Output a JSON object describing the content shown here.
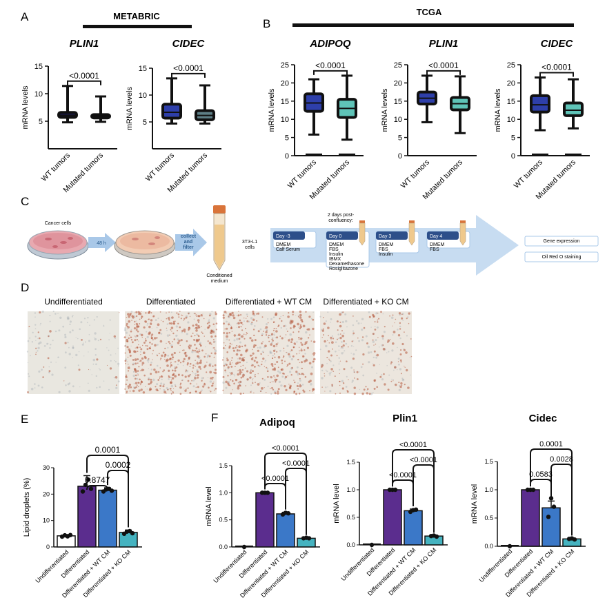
{
  "panels": {
    "A": "A",
    "B": "B",
    "C": "C",
    "D": "D",
    "E": "E",
    "F": "F"
  },
  "metabric": {
    "title": "METABRIC"
  },
  "tcga": {
    "title": "TCGA"
  },
  "boxplots": [
    {
      "gene": "PLIN1",
      "dataset": "METABRIC",
      "ylabel": "mRNA levels",
      "yticks": [
        "15",
        "10",
        "5"
      ],
      "yvals": [
        15,
        10,
        5
      ],
      "ylim": [
        0,
        15
      ],
      "categories": [
        "WT tumors",
        "Mutated tumors"
      ],
      "colors": [
        "#1d1d6b",
        "#3a3a3a"
      ],
      "boxes": [
        {
          "min": 4.8,
          "q1": 5.7,
          "median": 6.1,
          "q3": 6.6,
          "max": 11.4
        },
        {
          "min": 4.9,
          "q1": 5.6,
          "median": 5.9,
          "q3": 6.2,
          "max": 9.5
        }
      ],
      "pvalue": "<0.0001"
    },
    {
      "gene": "CIDEC",
      "dataset": "METABRIC",
      "ylabel": "mRNA levels",
      "yticks": [
        "15",
        "10",
        "5"
      ],
      "yvals": [
        15,
        10,
        5
      ],
      "ylim": [
        0,
        15
      ],
      "categories": [
        "WT tumors",
        "Mutated tumors"
      ],
      "colors": [
        "#2e3faa",
        "#5e7f86"
      ],
      "boxes": [
        {
          "min": 4.7,
          "q1": 5.7,
          "median": 6.8,
          "q3": 8.3,
          "max": 13.1
        },
        {
          "min": 4.7,
          "q1": 5.4,
          "median": 6.2,
          "q3": 7.1,
          "max": 11.8
        }
      ],
      "pvalue": "<0.0001"
    },
    {
      "gene": "ADIPOQ",
      "dataset": "TCGA",
      "ylabel": "mRNA levels",
      "yticks": [
        "25",
        "20",
        "15",
        "10",
        "5",
        "0"
      ],
      "yvals": [
        25,
        20,
        15,
        10,
        5,
        0
      ],
      "ylim": [
        0,
        25
      ],
      "categories": [
        "WT tumors",
        "Mutated tumors"
      ],
      "colors": [
        "#2e3faa",
        "#5fc4b8"
      ],
      "boxes": [
        {
          "min": 5.8,
          "q1": 12.2,
          "median": 14.5,
          "q3": 17.0,
          "max": 21.0,
          "low": 0.3
        },
        {
          "min": 4.4,
          "q1": 10.5,
          "median": 13.0,
          "q3": 15.5,
          "max": 22.0,
          "low": 0.3
        }
      ],
      "pvalue": "<0.0001"
    },
    {
      "gene": "PLIN1",
      "dataset": "TCGA",
      "ylabel": "mRNA levels",
      "yticks": [
        "25",
        "20",
        "15",
        "10",
        "5",
        "0"
      ],
      "yvals": [
        25,
        20,
        15,
        10,
        5,
        0
      ],
      "ylim": [
        0,
        25
      ],
      "categories": [
        "WT tumors",
        "Mutated tumors"
      ],
      "colors": [
        "#2e3faa",
        "#5fc4b8"
      ],
      "boxes": [
        {
          "min": 9.2,
          "q1": 14.2,
          "median": 15.8,
          "q3": 17.5,
          "max": 22.0
        },
        {
          "min": 6.2,
          "q1": 12.6,
          "median": 14.3,
          "q3": 16.0,
          "max": 21.8
        }
      ],
      "pvalue": "<0.0001"
    },
    {
      "gene": "CIDEC",
      "dataset": "TCGA",
      "ylabel": "mRNA levels",
      "yticks": [
        "25",
        "20",
        "15",
        "10",
        "5",
        "0"
      ],
      "yvals": [
        25,
        20,
        15,
        10,
        5,
        0
      ],
      "ylim": [
        0,
        25
      ],
      "categories": [
        "WT tumors",
        "Mutated tumors"
      ],
      "colors": [
        "#2e3faa",
        "#5fc4b8"
      ],
      "boxes": [
        {
          "min": 7.0,
          "q1": 12.0,
          "median": 14.0,
          "q3": 16.5,
          "max": 21.5,
          "low": 0.3
        },
        {
          "min": 7.5,
          "q1": 11.0,
          "median": 12.5,
          "q3": 14.5,
          "max": 21.0,
          "low": 0.3
        }
      ],
      "pvalue": "<0.0001"
    }
  ],
  "schematic": {
    "cancer_cells": "Cancer cells",
    "duration": "48 h",
    "collect": "collect",
    "and": "and",
    "filter": "filter",
    "conditioned": "Conditioned",
    "medium": "medium",
    "cell_line_1": "3T3-L1",
    "cell_line_2": "cells",
    "post_conf_1": "2 days post-",
    "post_conf_2": "confluency:",
    "steps": [
      {
        "day": "Day -3",
        "lines": [
          "DMEM",
          "Calf Serum"
        ]
      },
      {
        "day": "Day 0",
        "lines": [
          "DMEM",
          "FBS",
          "Insulin",
          "IBMX",
          "Dexamethasone",
          "Rosiglitazone"
        ]
      },
      {
        "day": "Day 3",
        "lines": [
          "DMEM",
          "FBS",
          "Insulin"
        ]
      },
      {
        "day": "Day 4",
        "lines": [
          "DMEM",
          "FBS"
        ]
      }
    ],
    "outputs": [
      "Gene expression",
      "Oil Red O staining"
    ]
  },
  "images": [
    {
      "caption": "Undifferentiated",
      "stain": 0.03
    },
    {
      "caption": "Differentiated",
      "stain": 0.55
    },
    {
      "caption": "Differentiated + WT CM",
      "stain": 0.45
    },
    {
      "caption": "Differentiated + KO CM",
      "stain": 0.18
    }
  ],
  "bar_categories": [
    "Undifferentiated",
    "Differentiated",
    "Differentiated + WT CM",
    "Differentiated + KO CM"
  ],
  "bar_colors": [
    "#ffffff",
    "#5b2d8e",
    "#3b78c8",
    "#45b3c0"
  ],
  "chart_data": [
    {
      "type": "bar",
      "title": "",
      "ylabel": "Lipid droplets (%)",
      "ylim": [
        0,
        30
      ],
      "yticks": [
        0,
        10,
        20,
        30
      ],
      "yticklabels": [
        "0",
        "10",
        "20",
        "30"
      ],
      "categories": [
        "Undifferentiated",
        "Differentiated",
        "Differentiated + WT CM",
        "Differentiated + KO CM"
      ],
      "values": [
        4.2,
        23.0,
        21.5,
        5.5
      ],
      "errors": [
        0.5,
        4.0,
        0.9,
        0.9
      ],
      "points": [
        [
          3.9,
          4.4,
          4.0,
          4.5
        ],
        [
          21.0,
          23.5,
          25.5,
          22.0
        ],
        [
          21.0,
          21.8,
          22.0,
          21.3
        ],
        [
          5.0,
          5.8,
          6.0,
          5.2
        ]
      ],
      "comparisons": [
        {
          "a": 1,
          "b": 3,
          "label": "0.0001"
        },
        {
          "a": 2,
          "b": 3,
          "label": "0.0002"
        },
        {
          "a": 1,
          "b": 2,
          "label": "0.8747"
        }
      ]
    },
    {
      "type": "bar",
      "title": "Adipoq",
      "ylabel": "mRNA level",
      "ylim": [
        0,
        1.5
      ],
      "yticks": [
        0,
        0.5,
        1.0,
        1.5
      ],
      "yticklabels": [
        "0.0",
        "0.5",
        "1.0",
        "1.5"
      ],
      "categories": [
        "Undifferentiated",
        "Differentiated",
        "Differentiated + WT CM",
        "Differentiated + KO CM"
      ],
      "values": [
        0.0,
        1.0,
        0.61,
        0.16
      ],
      "errors": [
        0.0,
        0.01,
        0.03,
        0.01
      ],
      "points": [
        [
          0.0
        ],
        [
          1.0,
          1.0,
          1.0
        ],
        [
          0.6,
          0.63,
          0.62
        ],
        [
          0.16,
          0.17,
          0.16
        ]
      ],
      "comparisons": [
        {
          "a": 1,
          "b": 3,
          "label": "<0.0001"
        },
        {
          "a": 2,
          "b": 3,
          "label": "<0.0001"
        },
        {
          "a": 1,
          "b": 2,
          "label": "<0.0001"
        }
      ]
    },
    {
      "type": "bar",
      "title": "Plin1",
      "ylabel": "mRNA level",
      "ylim": [
        0,
        1.5
      ],
      "yticks": [
        0,
        0.5,
        1.0,
        1.5
      ],
      "yticklabels": [
        "0.0",
        "0.5",
        "1.0",
        "1.5"
      ],
      "categories": [
        "Undifferentiated",
        "Differentiated",
        "Differentiated + WT CM",
        "Differentiated + KO CM"
      ],
      "values": [
        0.0,
        1.0,
        0.62,
        0.16
      ],
      "errors": [
        0.0,
        0.01,
        0.03,
        0.01
      ],
      "points": [
        [
          0.0
        ],
        [
          1.0,
          1.0,
          1.0
        ],
        [
          0.6,
          0.63,
          0.64
        ],
        [
          0.16,
          0.17,
          0.15
        ]
      ],
      "comparisons": [
        {
          "a": 1,
          "b": 3,
          "label": "<0.0001"
        },
        {
          "a": 2,
          "b": 3,
          "label": "<0.0001"
        },
        {
          "a": 1,
          "b": 2,
          "label": "<0.0001"
        }
      ]
    },
    {
      "type": "bar",
      "title": "Cidec",
      "ylabel": "mRNA level",
      "ylim": [
        0,
        1.5
      ],
      "yticks": [
        0,
        0.5,
        1.0,
        1.5
      ],
      "yticklabels": [
        "0.0",
        "0.5",
        "1.0",
        "1.5"
      ],
      "categories": [
        "Undifferentiated",
        "Differentiated",
        "Differentiated + WT CM",
        "Differentiated + KO CM"
      ],
      "values": [
        0.0,
        1.0,
        0.68,
        0.13
      ],
      "errors": [
        0.0,
        0.01,
        0.12,
        0.01
      ],
      "points": [
        [
          0.0
        ],
        [
          1.0,
          1.0,
          1.0
        ],
        [
          0.52,
          0.85,
          0.7
        ],
        [
          0.13,
          0.14,
          0.12
        ]
      ],
      "comparisons": [
        {
          "a": 1,
          "b": 3,
          "label": "0.0001"
        },
        {
          "a": 2,
          "b": 3,
          "label": "0.0028"
        },
        {
          "a": 1,
          "b": 2,
          "label": "0.0583"
        }
      ]
    }
  ]
}
